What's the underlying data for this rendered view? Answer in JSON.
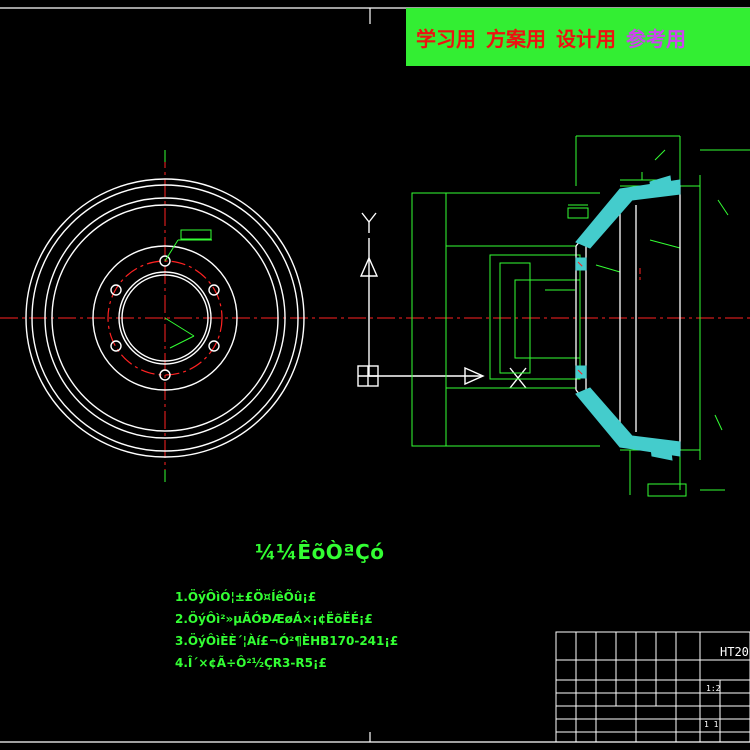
{
  "banner": {
    "items": [
      {
        "text": "学习用",
        "color": "red"
      },
      {
        "text": "方案用",
        "color": "red"
      },
      {
        "text": "设计用",
        "color": "red"
      },
      {
        "text": "参考用",
        "color": "purple"
      }
    ]
  },
  "axes": {
    "y_label": "Y",
    "x_label": "X"
  },
  "notes": {
    "title": "¼¼ÊõÒªÇó",
    "items": [
      "1.ÖýÔìÓ¦±£Ö¤ÍêÕû¡£",
      "2.ÖýÔì²»µÃÓÐÆøÁ×¡¢ËõËÉ¡£",
      "3.ÖýÔìÈÈ´¦Àí£¬Ó²¶ÈHB170-241¡£",
      "4.Î´×¢Ã÷Ô²½ÇR3-R5¡£"
    ]
  },
  "title_block": {
    "material": "HT20",
    "scale_text": "1:2",
    "count": "1 1"
  },
  "colors": {
    "background": "#000000",
    "centerline": "#ff2222",
    "outline": "#ffffff",
    "section": "#33ff33",
    "hatch": "#44dddd",
    "banner": "#33ee33"
  },
  "icons": [
    "ucs-icon"
  ]
}
